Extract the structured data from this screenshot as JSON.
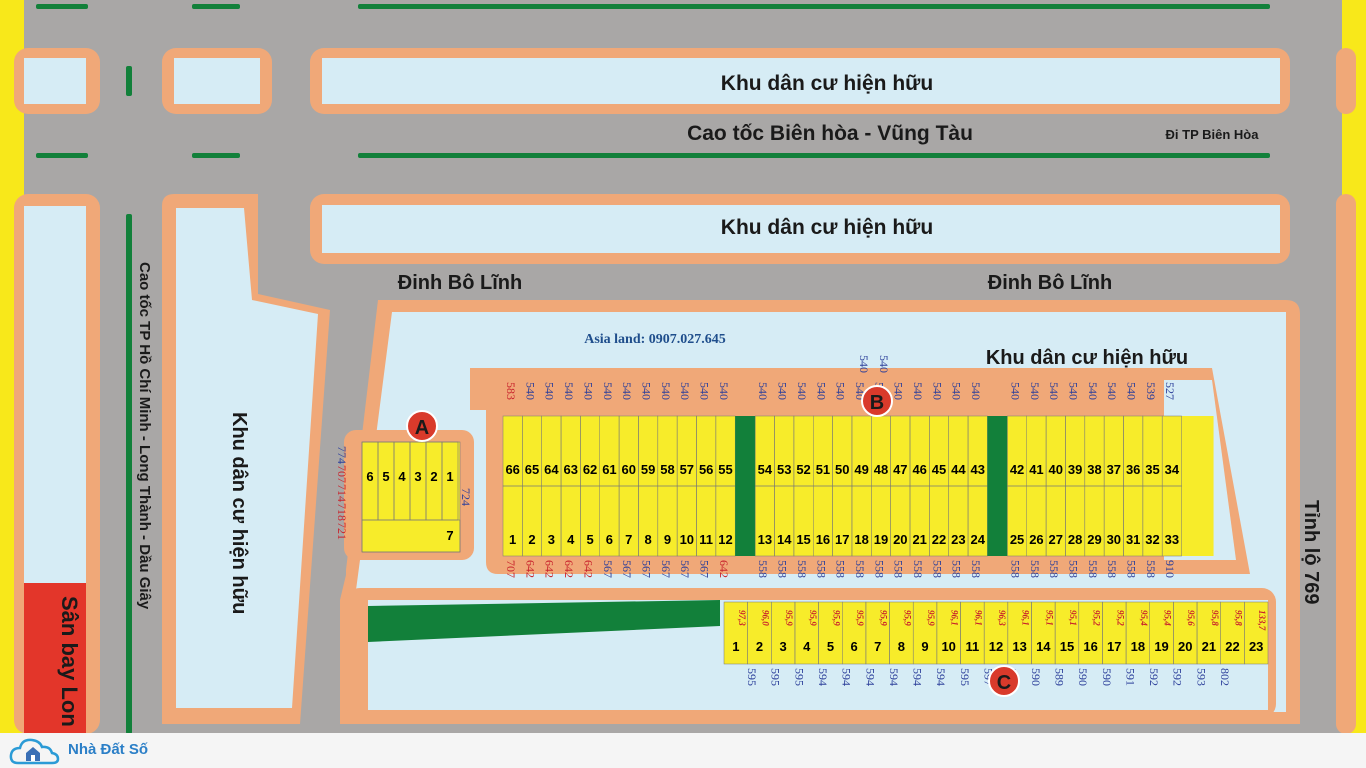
{
  "labels": {
    "residential_top": "Khu dân cư hiện hữu",
    "highway": "Cao tốc Biên hòa - Vũng Tàu",
    "to_bien_hoa": "Đi TP Biên Hòa",
    "residential_mid": "Khu dân cư hiện hữu",
    "street_left": "Đinh Bô Lĩnh",
    "street_right": "Đinh Bô Lĩnh",
    "residential_inner": "Khu dân cư hiện hữu",
    "contact": "Asia land: 0907.027.645",
    "highway_vertical": "Cao tốc TP Hồ Chí Minh - Long Thành - Dầu Giây",
    "residential_left": "Khu dân cư hiện hữu",
    "road_769": "Tỉnh lộ 769",
    "airport": "Sân bay Lon"
  },
  "markers": [
    "A",
    "B",
    "C"
  ],
  "block_a": {
    "lots_top": [
      "6",
      "5",
      "4",
      "3",
      "2",
      "1"
    ],
    "lot_bottom": "7",
    "left_numbers": [
      "774",
      "707",
      "714",
      "718",
      "721"
    ],
    "right_number": "724"
  },
  "block_b": {
    "top_lots": [
      "66",
      "65",
      "64",
      "63",
      "62",
      "61",
      "60",
      "59",
      "58",
      "57",
      "56",
      "55",
      "54",
      "53",
      "52",
      "51",
      "50",
      "49",
      "48",
      "47",
      "46",
      "45",
      "44",
      "43",
      "42",
      "41",
      "40",
      "39",
      "38",
      "37",
      "36",
      "35",
      "34"
    ],
    "bottom_lots": [
      "1",
      "2",
      "3",
      "4",
      "5",
      "6",
      "7",
      "8",
      "9",
      "10",
      "11",
      "12",
      "13",
      "14",
      "15",
      "16",
      "17",
      "18",
      "19",
      "20",
      "21",
      "22",
      "23",
      "24",
      "25",
      "26",
      "27",
      "28",
      "29",
      "30",
      "31",
      "32",
      "33"
    ],
    "top_numbers": [
      "583",
      "540",
      "540",
      "540",
      "540",
      "540",
      "540",
      "540",
      "540",
      "540",
      "540",
      "540",
      "540",
      "540",
      "540",
      "540",
      "540",
      "540",
      "540",
      "540",
      "540",
      "540",
      "540",
      "540",
      "540",
      "540",
      "540",
      "540",
      "540",
      "540",
      "540",
      "539",
      "527"
    ],
    "bottom_numbers": [
      "707",
      "642",
      "642",
      "642",
      "642",
      "567",
      "567",
      "567",
      "567",
      "567",
      "567",
      "642",
      "558",
      "558",
      "558",
      "558",
      "558",
      "558",
      "558",
      "558",
      "558",
      "558",
      "558",
      "558",
      "558",
      "558",
      "558",
      "558",
      "558",
      "558",
      "558",
      "558",
      "910"
    ],
    "b_marker_numbers": [
      "540",
      "540"
    ]
  },
  "block_c": {
    "lots": [
      "1",
      "2",
      "3",
      "4",
      "5",
      "6",
      "7",
      "8",
      "9",
      "10",
      "11",
      "12",
      "13",
      "14",
      "15",
      "16",
      "17",
      "18",
      "19",
      "20",
      "21",
      "22",
      "23"
    ],
    "areas": [
      "97,3",
      "96,0",
      "95,9",
      "95,9",
      "95,9",
      "95,9",
      "95,9",
      "95,9",
      "95,9",
      "96,1",
      "96,1",
      "96,3",
      "96,1",
      "95,1",
      "95,1",
      "95,2",
      "95,2",
      "95,4",
      "95,4",
      "95,6",
      "95,8",
      "95,8",
      "133,7"
    ],
    "bottom_numbers": [
      "595",
      "595",
      "595",
      "594",
      "594",
      "594",
      "594",
      "594",
      "594",
      "595",
      "597",
      "595",
      "590",
      "589",
      "590",
      "590",
      "591",
      "592",
      "592",
      "593",
      "802"
    ]
  },
  "colors": {
    "road": "#a9a7a6",
    "curb": "#f0a878",
    "residential": "#d6ecf5",
    "lot": "#f7ec2a",
    "green": "#12803a",
    "marker": "#d93a2b",
    "airport": "#e3362a",
    "border": "#f8e81a"
  },
  "footer": {
    "brand": "Nhà Đất Số",
    "logo_icon": "house-cloud-icon"
  }
}
